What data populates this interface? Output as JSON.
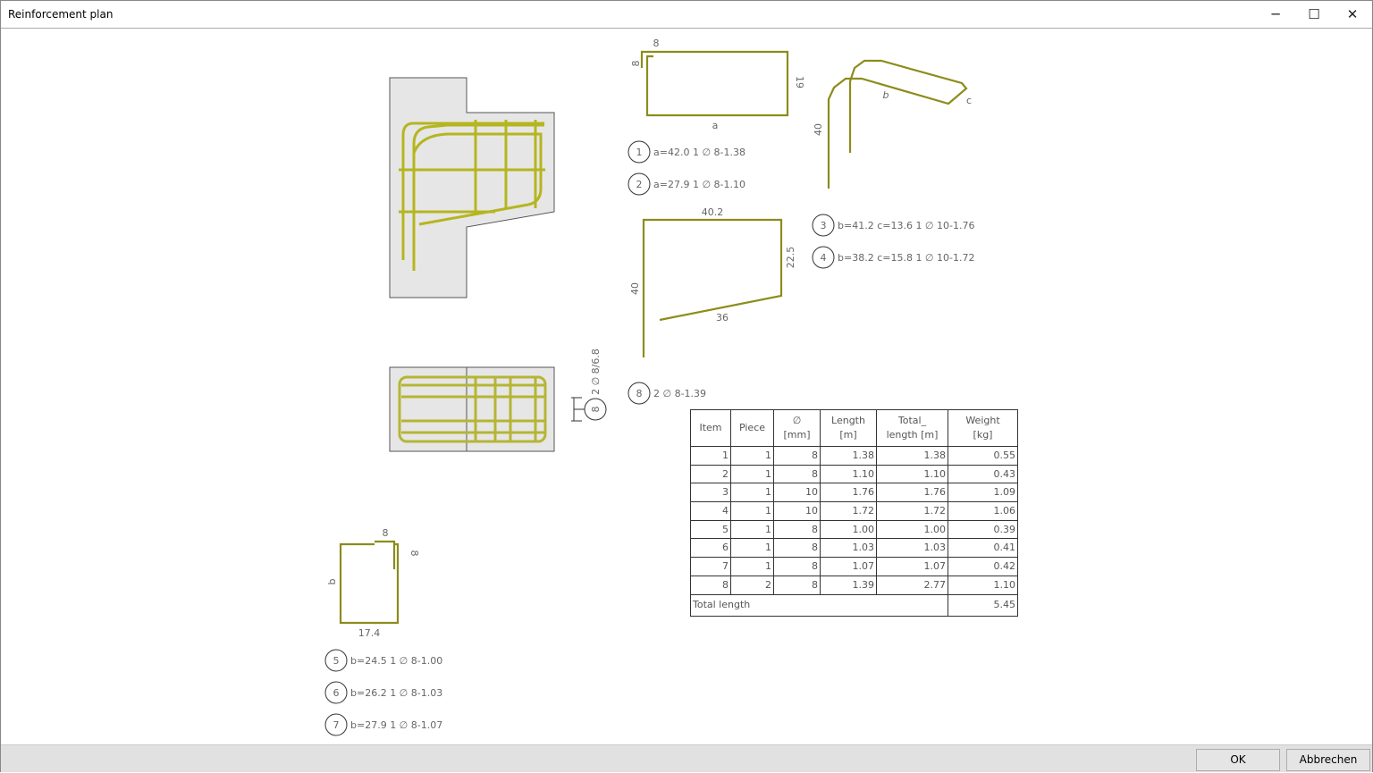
{
  "window": {
    "title": "Reinforcement plan",
    "minimize": "─",
    "maximize": "☐",
    "close": "✕"
  },
  "colors": {
    "rebar": "#8c8c1c",
    "rebar_section": "#b5b535",
    "concrete": "#e6e6e6"
  },
  "drawing": {
    "shape1": {
      "top": "8",
      "left": "8",
      "right": "19",
      "bottom": "a"
    },
    "shape3": {
      "left": "40",
      "b": "b",
      "c": "c"
    },
    "shape_mid": {
      "top": "40.2",
      "right": "22.5",
      "left": "40",
      "bottom": "36"
    },
    "shape5": {
      "top": "8",
      "right": "8",
      "left": "b",
      "bottom": "17.4"
    },
    "section_label": "2 ∅ 8/6.8",
    "section_marker": "8"
  },
  "items": [
    {
      "no": "1",
      "text": "a=42.0 1 ∅ 8-1.38"
    },
    {
      "no": "2",
      "text": "a=27.9 1 ∅ 8-1.10"
    },
    {
      "no": "3",
      "text": "b=41.2 c=13.6 1 ∅ 10-1.76"
    },
    {
      "no": "4",
      "text": "b=38.2 c=15.8 1 ∅ 10-1.72"
    },
    {
      "no": "5",
      "text": "b=24.5 1 ∅ 8-1.00"
    },
    {
      "no": "6",
      "text": "b=26.2 1 ∅ 8-1.03"
    },
    {
      "no": "7",
      "text": "b=27.9 1 ∅ 8-1.07"
    },
    {
      "no": "8",
      "text": "2 ∅ 8-1.39"
    }
  ],
  "table": {
    "headers": [
      "Item",
      "Piece",
      "∅\n[mm]",
      "Length\n[m]",
      "Total_\nlength [m]",
      "Weight\n[kg]"
    ],
    "rows": [
      [
        "1",
        "1",
        "8",
        "1.38",
        "1.38",
        "0.55"
      ],
      [
        "2",
        "1",
        "8",
        "1.10",
        "1.10",
        "0.43"
      ],
      [
        "3",
        "1",
        "10",
        "1.76",
        "1.76",
        "1.09"
      ],
      [
        "4",
        "1",
        "10",
        "1.72",
        "1.72",
        "1.06"
      ],
      [
        "5",
        "1",
        "8",
        "1.00",
        "1.00",
        "0.39"
      ],
      [
        "6",
        "1",
        "8",
        "1.03",
        "1.03",
        "0.41"
      ],
      [
        "7",
        "1",
        "8",
        "1.07",
        "1.07",
        "0.42"
      ],
      [
        "8",
        "2",
        "8",
        "1.39",
        "2.77",
        "1.10"
      ]
    ],
    "total_label": "Total length",
    "total_value": "5.45"
  },
  "buttons": {
    "ok": "OK",
    "cancel": "Abbrechen"
  }
}
